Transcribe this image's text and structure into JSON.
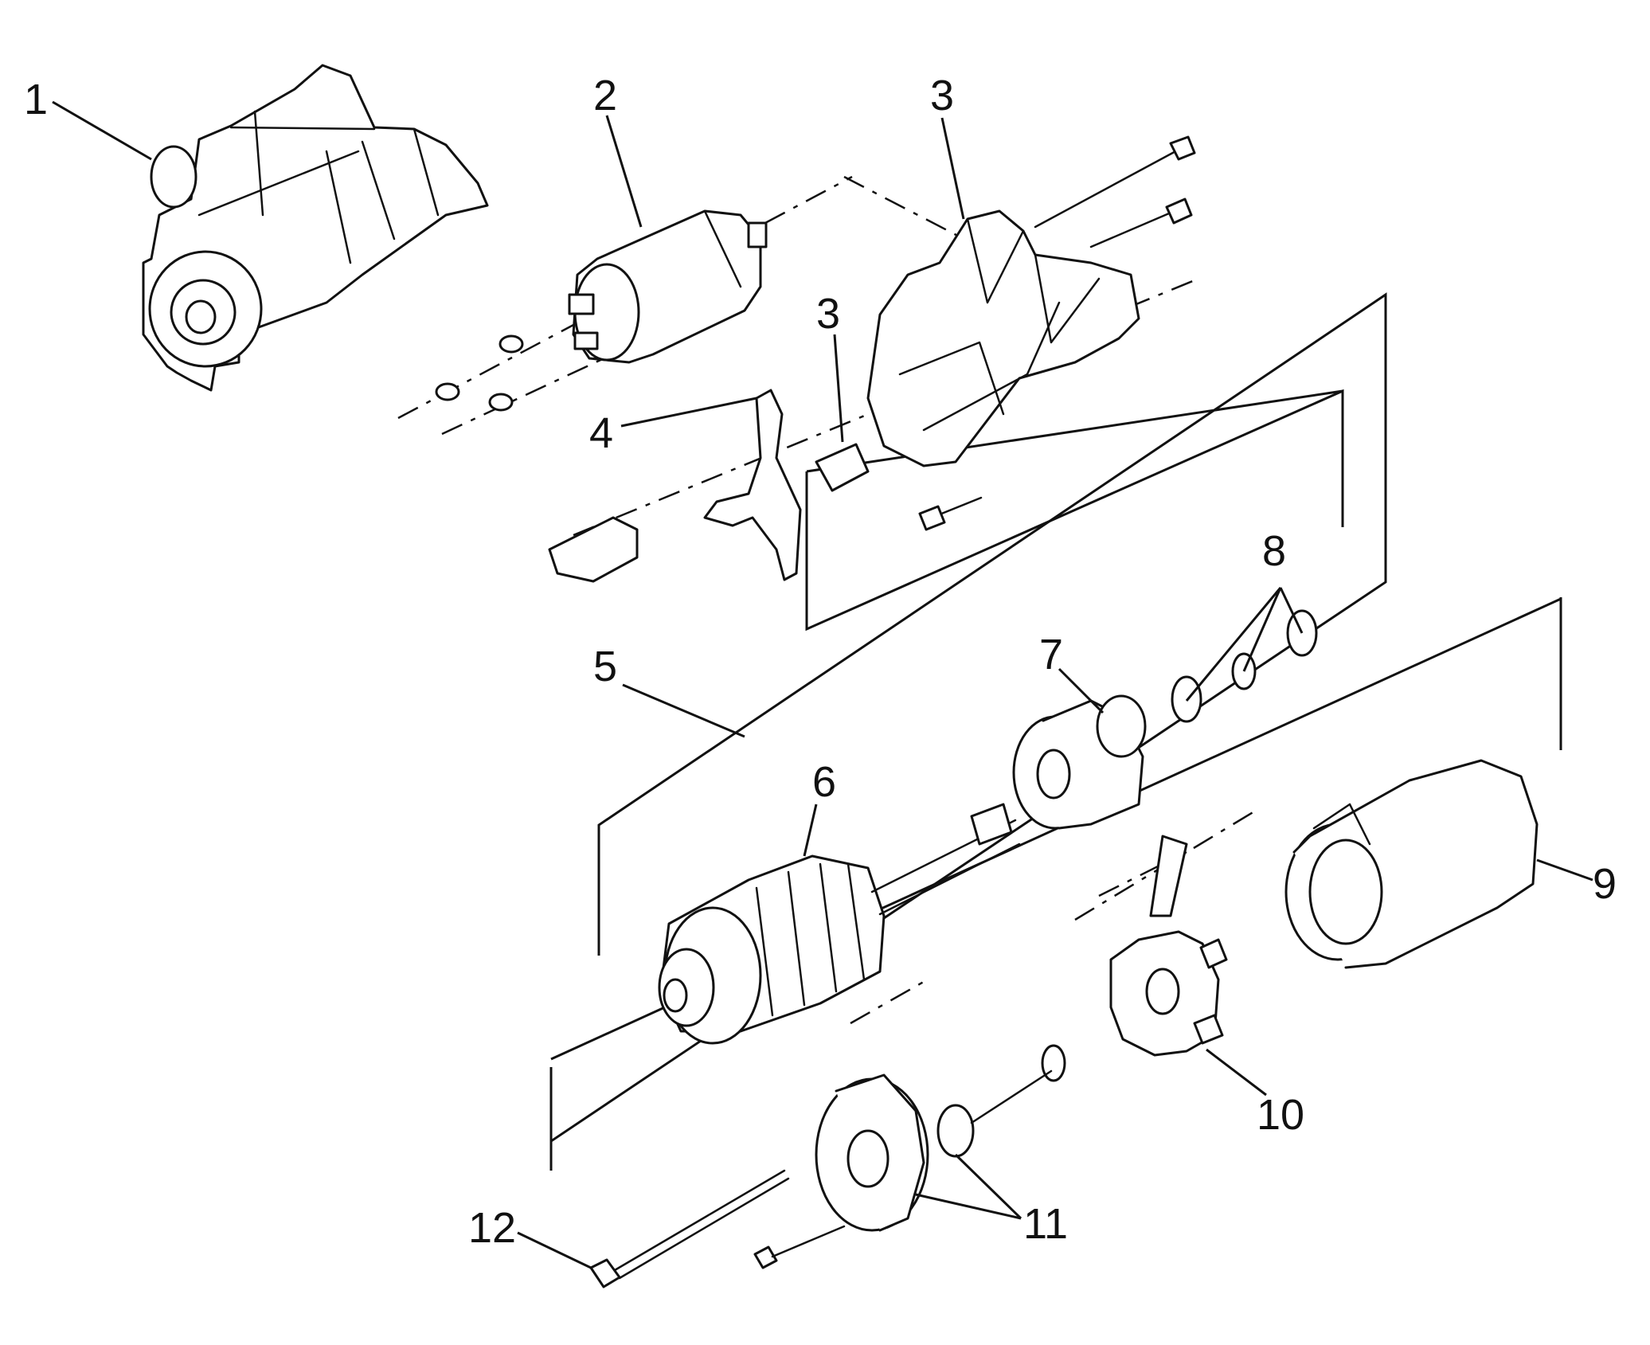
{
  "diagram": {
    "colors": {
      "ink": "#111111",
      "paper": "#ffffff"
    },
    "callouts": [
      {
        "id": "c1",
        "text": "1"
      },
      {
        "id": "c2",
        "text": "2"
      },
      {
        "id": "c3a",
        "text": "3"
      },
      {
        "id": "c3b",
        "text": "3"
      },
      {
        "id": "c4",
        "text": "4"
      },
      {
        "id": "c5",
        "text": "5"
      },
      {
        "id": "c6",
        "text": "6"
      },
      {
        "id": "c7",
        "text": "7"
      },
      {
        "id": "c8",
        "text": "8"
      },
      {
        "id": "c9",
        "text": "9"
      },
      {
        "id": "c10",
        "text": "10"
      },
      {
        "id": "c11",
        "text": "11"
      },
      {
        "id": "c12",
        "text": "12"
      }
    ]
  }
}
